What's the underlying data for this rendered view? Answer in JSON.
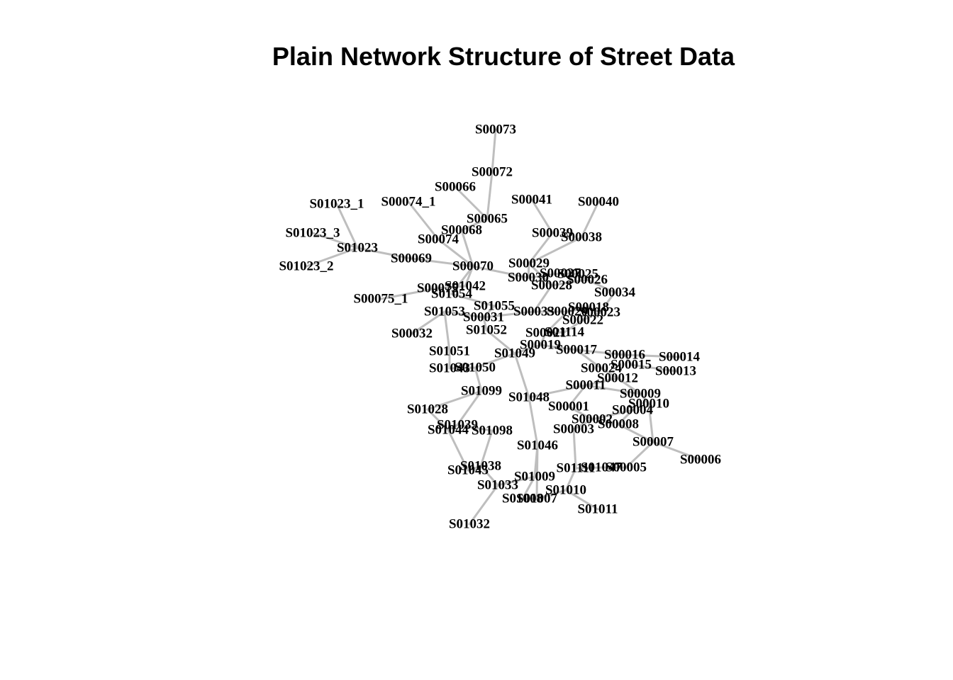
{
  "title": "Plain Network Structure of Street Data",
  "colors": {
    "edge": "#bebebe",
    "label": "#000000",
    "background": "#ffffff"
  },
  "nodes": [
    "S00073",
    "S00072",
    "S00066",
    "S00065",
    "S00068",
    "S00074",
    "S00074_1",
    "S01023_1",
    "S01023_3",
    "S01023",
    "S01023_2",
    "S00069",
    "S00070",
    "S00041",
    "S00040",
    "S00039",
    "S00038",
    "S00029",
    "S00030",
    "S00027",
    "S00025",
    "S00026",
    "S00028",
    "S00034",
    "S00075",
    "S01042",
    "S01054",
    "S00075_1",
    "S01055",
    "S01053",
    "S00031",
    "S00033",
    "S00020",
    "S00018",
    "S00023",
    "S00022",
    "S00032",
    "S01052",
    "S00021",
    "S01114",
    "S00019",
    "S00017",
    "S01051",
    "S01049",
    "S00016",
    "S00014",
    "S00015",
    "S00013",
    "S00024",
    "S00012",
    "S01043",
    "S01050",
    "S00011",
    "S01099",
    "S00009",
    "S01048",
    "S00010",
    "S00001",
    "S00004",
    "S01028",
    "S00002",
    "S00008",
    "S01039",
    "S01044",
    "S01098",
    "S00003",
    "S00007",
    "S01046",
    "S00006",
    "S01038",
    "S01045",
    "S01111",
    "S01047",
    "S00005",
    "S01009",
    "S01033",
    "S01010",
    "S01008",
    "S01007",
    "S01011",
    "S01032"
  ],
  "edges": [
    [
      "S00073",
      "S00072"
    ],
    [
      "S00072",
      "S00065"
    ],
    [
      "S00066",
      "S00065"
    ],
    [
      "S00065",
      "S00068"
    ],
    [
      "S00068",
      "S00070"
    ],
    [
      "S00074_1",
      "S00074"
    ],
    [
      "S00074",
      "S00070"
    ],
    [
      "S01023_1",
      "S01023"
    ],
    [
      "S01023_3",
      "S01023"
    ],
    [
      "S01023_2",
      "S01023"
    ],
    [
      "S01023",
      "S00069"
    ],
    [
      "S00069",
      "S00070"
    ],
    [
      "S00070",
      "S01042"
    ],
    [
      "S00070",
      "S01054"
    ],
    [
      "S00070",
      "S00030"
    ],
    [
      "S00041",
      "S00039"
    ],
    [
      "S00040",
      "S00038"
    ],
    [
      "S00039",
      "S00029"
    ],
    [
      "S00038",
      "S00029"
    ],
    [
      "S00029",
      "S00030"
    ],
    [
      "S00029",
      "S00028"
    ],
    [
      "S00030",
      "S00027"
    ],
    [
      "S00027",
      "S00025"
    ],
    [
      "S00025",
      "S00026"
    ],
    [
      "S00028",
      "S00026"
    ],
    [
      "S00028",
      "S00033"
    ],
    [
      "S00026",
      "S00034"
    ],
    [
      "S00034",
      "S00023"
    ],
    [
      "S00033",
      "S00020"
    ],
    [
      "S00020",
      "S00018"
    ],
    [
      "S00018",
      "S00023"
    ],
    [
      "S00023",
      "S00022"
    ],
    [
      "S00022",
      "S01114"
    ],
    [
      "S00020",
      "S00021"
    ],
    [
      "S00021",
      "S00019"
    ],
    [
      "S00019",
      "S00017"
    ],
    [
      "S00017",
      "S00016"
    ],
    [
      "S00016",
      "S00014"
    ],
    [
      "S00016",
      "S00015"
    ],
    [
      "S00015",
      "S00013"
    ],
    [
      "S00024",
      "S00012"
    ],
    [
      "S00012",
      "S00011"
    ],
    [
      "S00024",
      "S00017"
    ],
    [
      "S00075_1",
      "S00075"
    ],
    [
      "S00075",
      "S01042"
    ],
    [
      "S01054",
      "S01055"
    ],
    [
      "S01055",
      "S00031"
    ],
    [
      "S01053",
      "S00031"
    ],
    [
      "S00031",
      "S00033"
    ],
    [
      "S00032",
      "S01053"
    ],
    [
      "S01052",
      "S00031"
    ],
    [
      "S01052",
      "S01049"
    ],
    [
      "S01051",
      "S01053"
    ],
    [
      "S01051",
      "S01043"
    ],
    [
      "S01049",
      "S00019"
    ],
    [
      "S01050",
      "S01049"
    ],
    [
      "S01043",
      "S01050"
    ],
    [
      "S01099",
      "S01050"
    ],
    [
      "S01099",
      "S01028"
    ],
    [
      "S01099",
      "S01039"
    ],
    [
      "S01049",
      "S01048"
    ],
    [
      "S01048",
      "S00011"
    ],
    [
      "S01048",
      "S01046"
    ],
    [
      "S00011",
      "S00001"
    ],
    [
      "S00011",
      "S00009"
    ],
    [
      "S00009",
      "S00010"
    ],
    [
      "S00010",
      "S00007"
    ],
    [
      "S00004",
      "S00008"
    ],
    [
      "S00001",
      "S00002"
    ],
    [
      "S00002",
      "S00003"
    ],
    [
      "S00003",
      "S01111"
    ],
    [
      "S00008",
      "S00007"
    ],
    [
      "S00007",
      "S00006"
    ],
    [
      "S00007",
      "S00005"
    ],
    [
      "S00005",
      "S01047"
    ],
    [
      "S01111",
      "S01047"
    ],
    [
      "S01111",
      "S01010"
    ],
    [
      "S01010",
      "S01011"
    ],
    [
      "S01010",
      "S01007"
    ],
    [
      "S01046",
      "S01009"
    ],
    [
      "S01009",
      "S01008"
    ],
    [
      "S01008",
      "S01007"
    ],
    [
      "S01009",
      "S01033"
    ],
    [
      "S01033",
      "S01032"
    ],
    [
      "S01033",
      "S01038"
    ],
    [
      "S01038",
      "S01045"
    ],
    [
      "S01038",
      "S01098"
    ],
    [
      "S01098",
      "S01039"
    ],
    [
      "S01039",
      "S01044"
    ],
    [
      "S01044",
      "S01045"
    ],
    [
      "S01028",
      "S01044"
    ],
    [
      "S00002",
      "S00004"
    ],
    [
      "S00012",
      "S00009"
    ],
    [
      "S01046",
      "S01007"
    ],
    [
      "S00021",
      "S01114"
    ]
  ]
}
